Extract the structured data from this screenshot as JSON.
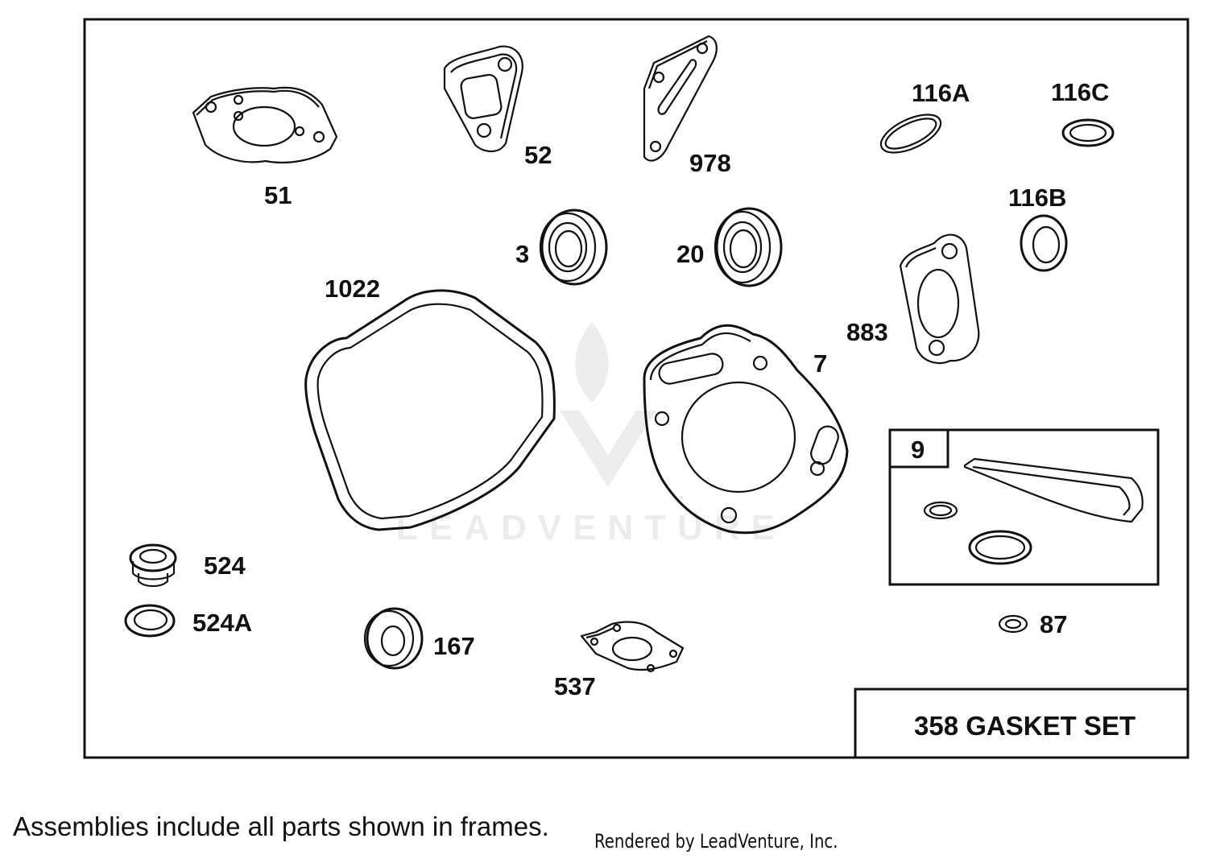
{
  "assembly_title": "358 GASKET SET",
  "parts": [
    {
      "id": "51",
      "label": "51"
    },
    {
      "id": "52",
      "label": "52"
    },
    {
      "id": "978",
      "label": "978"
    },
    {
      "id": "116A",
      "label": "116A"
    },
    {
      "id": "116C",
      "label": "116C"
    },
    {
      "id": "116B",
      "label": "116B"
    },
    {
      "id": "3",
      "label": "3"
    },
    {
      "id": "20",
      "label": "20"
    },
    {
      "id": "1022",
      "label": "1022"
    },
    {
      "id": "883",
      "label": "883"
    },
    {
      "id": "7",
      "label": "7"
    },
    {
      "id": "9",
      "label": "9"
    },
    {
      "id": "524",
      "label": "524"
    },
    {
      "id": "524A",
      "label": "524A"
    },
    {
      "id": "167",
      "label": "167"
    },
    {
      "id": "537",
      "label": "537"
    },
    {
      "id": "87",
      "label": "87"
    }
  ],
  "watermark": "LEADVENTURE",
  "footnote": "Assemblies include all parts shown in frames.",
  "credit": "Rendered by LeadVenture, Inc."
}
